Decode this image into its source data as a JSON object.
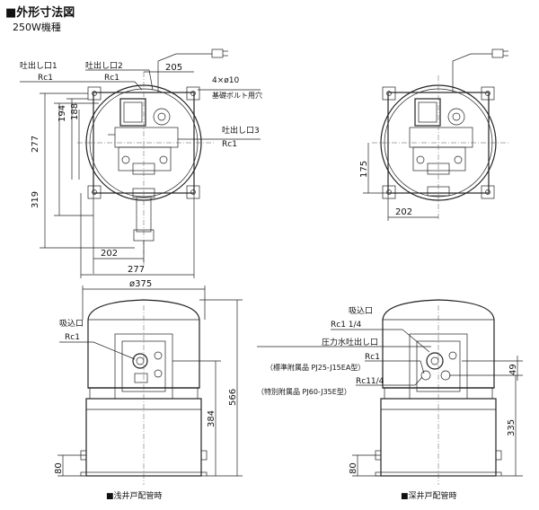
{
  "header": {
    "title": "■外形寸法図",
    "model": "250W機種"
  },
  "top_left": {
    "outlet1": "吐出し口1",
    "outlet1_rc": "Rc1",
    "outlet2": "吐出し口2",
    "outlet2_rc": "Rc1",
    "outlet3": "吐出し口3",
    "outlet3_rc": "Rc1",
    "dim_205": "205",
    "dim_bolt": "4×ø10",
    "bolt_hole": "基礎ボルト用穴",
    "dim_194": "194",
    "dim_188": "188",
    "dim_277v": "277",
    "dim_319": "319",
    "dim_202": "202",
    "dim_277h": "277"
  },
  "top_right": {
    "dim_175": "175",
    "dim_202": "202"
  },
  "bottom_left": {
    "dim_375": "ø375",
    "inlet": "吸込口",
    "inlet_rc": "Rc1",
    "dim_566": "566",
    "dim_384": "384",
    "dim_80": "80",
    "caption": "■浅井戸配管時"
  },
  "bottom_right": {
    "inlet": "吸込口",
    "inlet_rc": "Rc1 1/4",
    "press_outlet": "圧力水吐出し口",
    "rc1": "Rc1",
    "std_part": "（標準附属品 PJ25-J15EA型）",
    "rc114": "Rc11/4",
    "opt_part": "（特別附属品 PJ60-J35E型）",
    "dim_49": "49",
    "dim_335": "335",
    "dim_80": "80",
    "caption": "■深井戸配管時"
  }
}
